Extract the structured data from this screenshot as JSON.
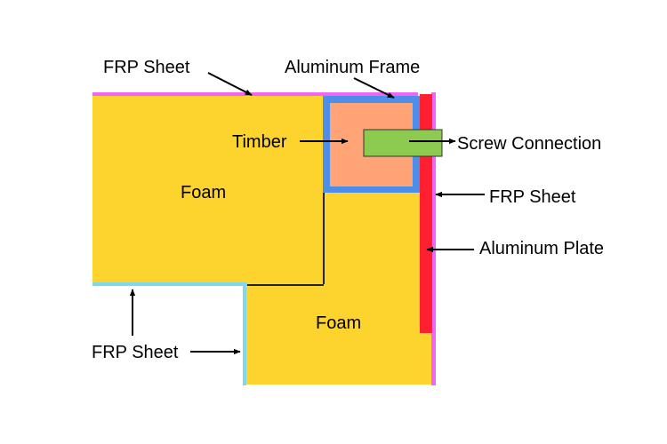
{
  "labels": {
    "frp_sheet_top": "FRP Sheet",
    "aluminum_frame": "Aluminum Frame",
    "timber": "Timber",
    "screw_connection": "Screw Connection",
    "foam_upper": "Foam",
    "frp_sheet_right": "FRP Sheet",
    "aluminum_plate": "Aluminum Plate",
    "foam_lower": "Foam",
    "frp_sheet_bottom": "FRP Sheet"
  },
  "colors": {
    "foam": "#FDD42D",
    "frp_sheet_pink": "#F464F4",
    "frp_sheet_cyan": "#7FD8EE",
    "aluminum_frame": "#4C8EE8",
    "timber": "#FFA477",
    "screw": "#8CCB50",
    "aluminum_plate": "#FF1F2E",
    "arrow": "#000000"
  }
}
